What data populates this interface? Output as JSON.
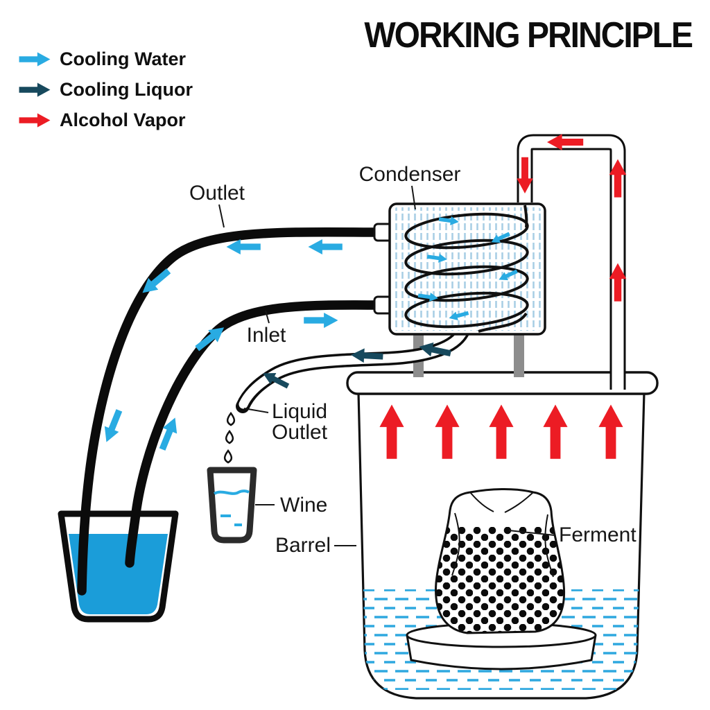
{
  "title": "WORKING PRINCIPLE",
  "legend": {
    "items": [
      {
        "label": "Cooling Water",
        "color": "#29ABE2"
      },
      {
        "label": "Cooling Liquor",
        "color": "#17495D"
      },
      {
        "label": "Alcohol Vapor",
        "color": "#EC1C24"
      }
    ]
  },
  "labels": {
    "condenser": "Condenser",
    "outlet": "Outlet",
    "inlet": "Inlet",
    "liquid_outlet_line1": "Liquid",
    "liquid_outlet_line2": "Outlet",
    "wine": "Wine",
    "barrel": "Barrel",
    "ferment": "Ferment"
  },
  "colors": {
    "cooling_water": "#29ABE2",
    "cooling_liquor": "#17495D",
    "alcohol_vapor": "#EC1C24",
    "bucket_water": "#1B9DD9"
  }
}
